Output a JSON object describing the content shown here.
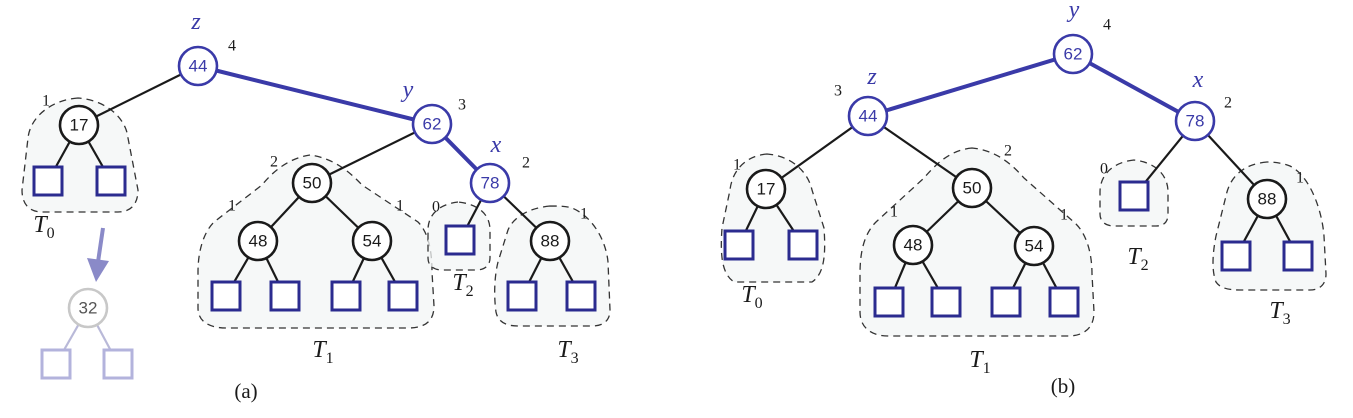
{
  "panels": [
    {
      "id": "a",
      "caption": "(a)",
      "nodes": [
        {
          "id": "a44",
          "key": "44",
          "height": "4",
          "hl": true
        },
        {
          "id": "a17",
          "key": "17",
          "height": "1"
        },
        {
          "id": "a62",
          "key": "62",
          "height": "3",
          "hl": true
        },
        {
          "id": "a50",
          "key": "50",
          "height": "2"
        },
        {
          "id": "a78",
          "key": "78",
          "height": "2",
          "hl": true
        },
        {
          "id": "a48",
          "key": "48",
          "height": "1"
        },
        {
          "id": "a54",
          "key": "54",
          "height": "1"
        },
        {
          "id": "a88",
          "key": "88",
          "height": "1"
        },
        {
          "id": "a32",
          "key": "32",
          "faded": true
        }
      ],
      "leaves": [
        {
          "id": "a17L"
        },
        {
          "id": "a17R"
        },
        {
          "id": "a48L"
        },
        {
          "id": "a48R"
        },
        {
          "id": "a54L"
        },
        {
          "id": "a54R"
        },
        {
          "id": "a78L",
          "height": "0"
        },
        {
          "id": "a88L"
        },
        {
          "id": "a88R"
        },
        {
          "id": "a32L",
          "faded": true
        },
        {
          "id": "a32R",
          "faded": true
        }
      ],
      "edges": [
        [
          "a44",
          "a17"
        ],
        [
          "a44",
          "a62",
          "hl"
        ],
        [
          "a62",
          "a50"
        ],
        [
          "a62",
          "a78",
          "hl"
        ],
        [
          "a17",
          "a17L"
        ],
        [
          "a17",
          "a17R"
        ],
        [
          "a50",
          "a48"
        ],
        [
          "a50",
          "a54"
        ],
        [
          "a48",
          "a48L"
        ],
        [
          "a48",
          "a48R"
        ],
        [
          "a54",
          "a54L"
        ],
        [
          "a54",
          "a54R"
        ],
        [
          "a78",
          "a78L"
        ],
        [
          "a78",
          "a88"
        ],
        [
          "a88",
          "a88L"
        ],
        [
          "a88",
          "a88R"
        ],
        [
          "a32",
          "a32L",
          "faded"
        ],
        [
          "a32",
          "a32R",
          "faded"
        ]
      ],
      "var_labels": [
        {
          "node": "a44",
          "text": "z"
        },
        {
          "node": "a62",
          "text": "y"
        },
        {
          "node": "a78",
          "text": "x"
        }
      ],
      "subtrees": [
        {
          "name": "T",
          "sub": "0"
        },
        {
          "name": "T",
          "sub": "1"
        },
        {
          "name": "T",
          "sub": "2"
        },
        {
          "name": "T",
          "sub": "3"
        }
      ]
    },
    {
      "id": "b",
      "caption": "(b)",
      "nodes": [
        {
          "id": "b62",
          "key": "62",
          "height": "4",
          "hl": true
        },
        {
          "id": "b44",
          "key": "44",
          "height": "3",
          "hl": true
        },
        {
          "id": "b78",
          "key": "78",
          "height": "2",
          "hl": true
        },
        {
          "id": "b17",
          "key": "17",
          "height": "1"
        },
        {
          "id": "b50",
          "key": "50",
          "height": "2"
        },
        {
          "id": "b48",
          "key": "48",
          "height": "1"
        },
        {
          "id": "b54",
          "key": "54",
          "height": "1"
        },
        {
          "id": "b88",
          "key": "88",
          "height": "1"
        }
      ],
      "leaves": [
        {
          "id": "b17L"
        },
        {
          "id": "b17R"
        },
        {
          "id": "b48L"
        },
        {
          "id": "b48R"
        },
        {
          "id": "b54L"
        },
        {
          "id": "b54R"
        },
        {
          "id": "b78L",
          "height": "0"
        },
        {
          "id": "b88L"
        },
        {
          "id": "b88R"
        }
      ],
      "edges": [
        [
          "b62",
          "b44",
          "hl"
        ],
        [
          "b62",
          "b78",
          "hl"
        ],
        [
          "b44",
          "b17"
        ],
        [
          "b44",
          "b50"
        ],
        [
          "b17",
          "b17L"
        ],
        [
          "b17",
          "b17R"
        ],
        [
          "b50",
          "b48"
        ],
        [
          "b50",
          "b54"
        ],
        [
          "b48",
          "b48L"
        ],
        [
          "b48",
          "b48R"
        ],
        [
          "b54",
          "b54L"
        ],
        [
          "b54",
          "b54R"
        ],
        [
          "b78",
          "b78L"
        ],
        [
          "b78",
          "b88"
        ],
        [
          "b88",
          "b88L"
        ],
        [
          "b88",
          "b88R"
        ]
      ],
      "var_labels": [
        {
          "node": "b62",
          "text": "y"
        },
        {
          "node": "b44",
          "text": "z"
        },
        {
          "node": "b78",
          "text": "x"
        }
      ],
      "subtrees": [
        {
          "name": "T",
          "sub": "0"
        },
        {
          "name": "T",
          "sub": "1"
        },
        {
          "name": "T",
          "sub": "2"
        },
        {
          "name": "T",
          "sub": "3"
        }
      ]
    }
  ],
  "colors": {
    "highlight": "#3a3aa8",
    "leaf": "#2b2b8f",
    "faded_arrow": "#8a8ac8",
    "faded_leaf": "#b3b3dc"
  }
}
